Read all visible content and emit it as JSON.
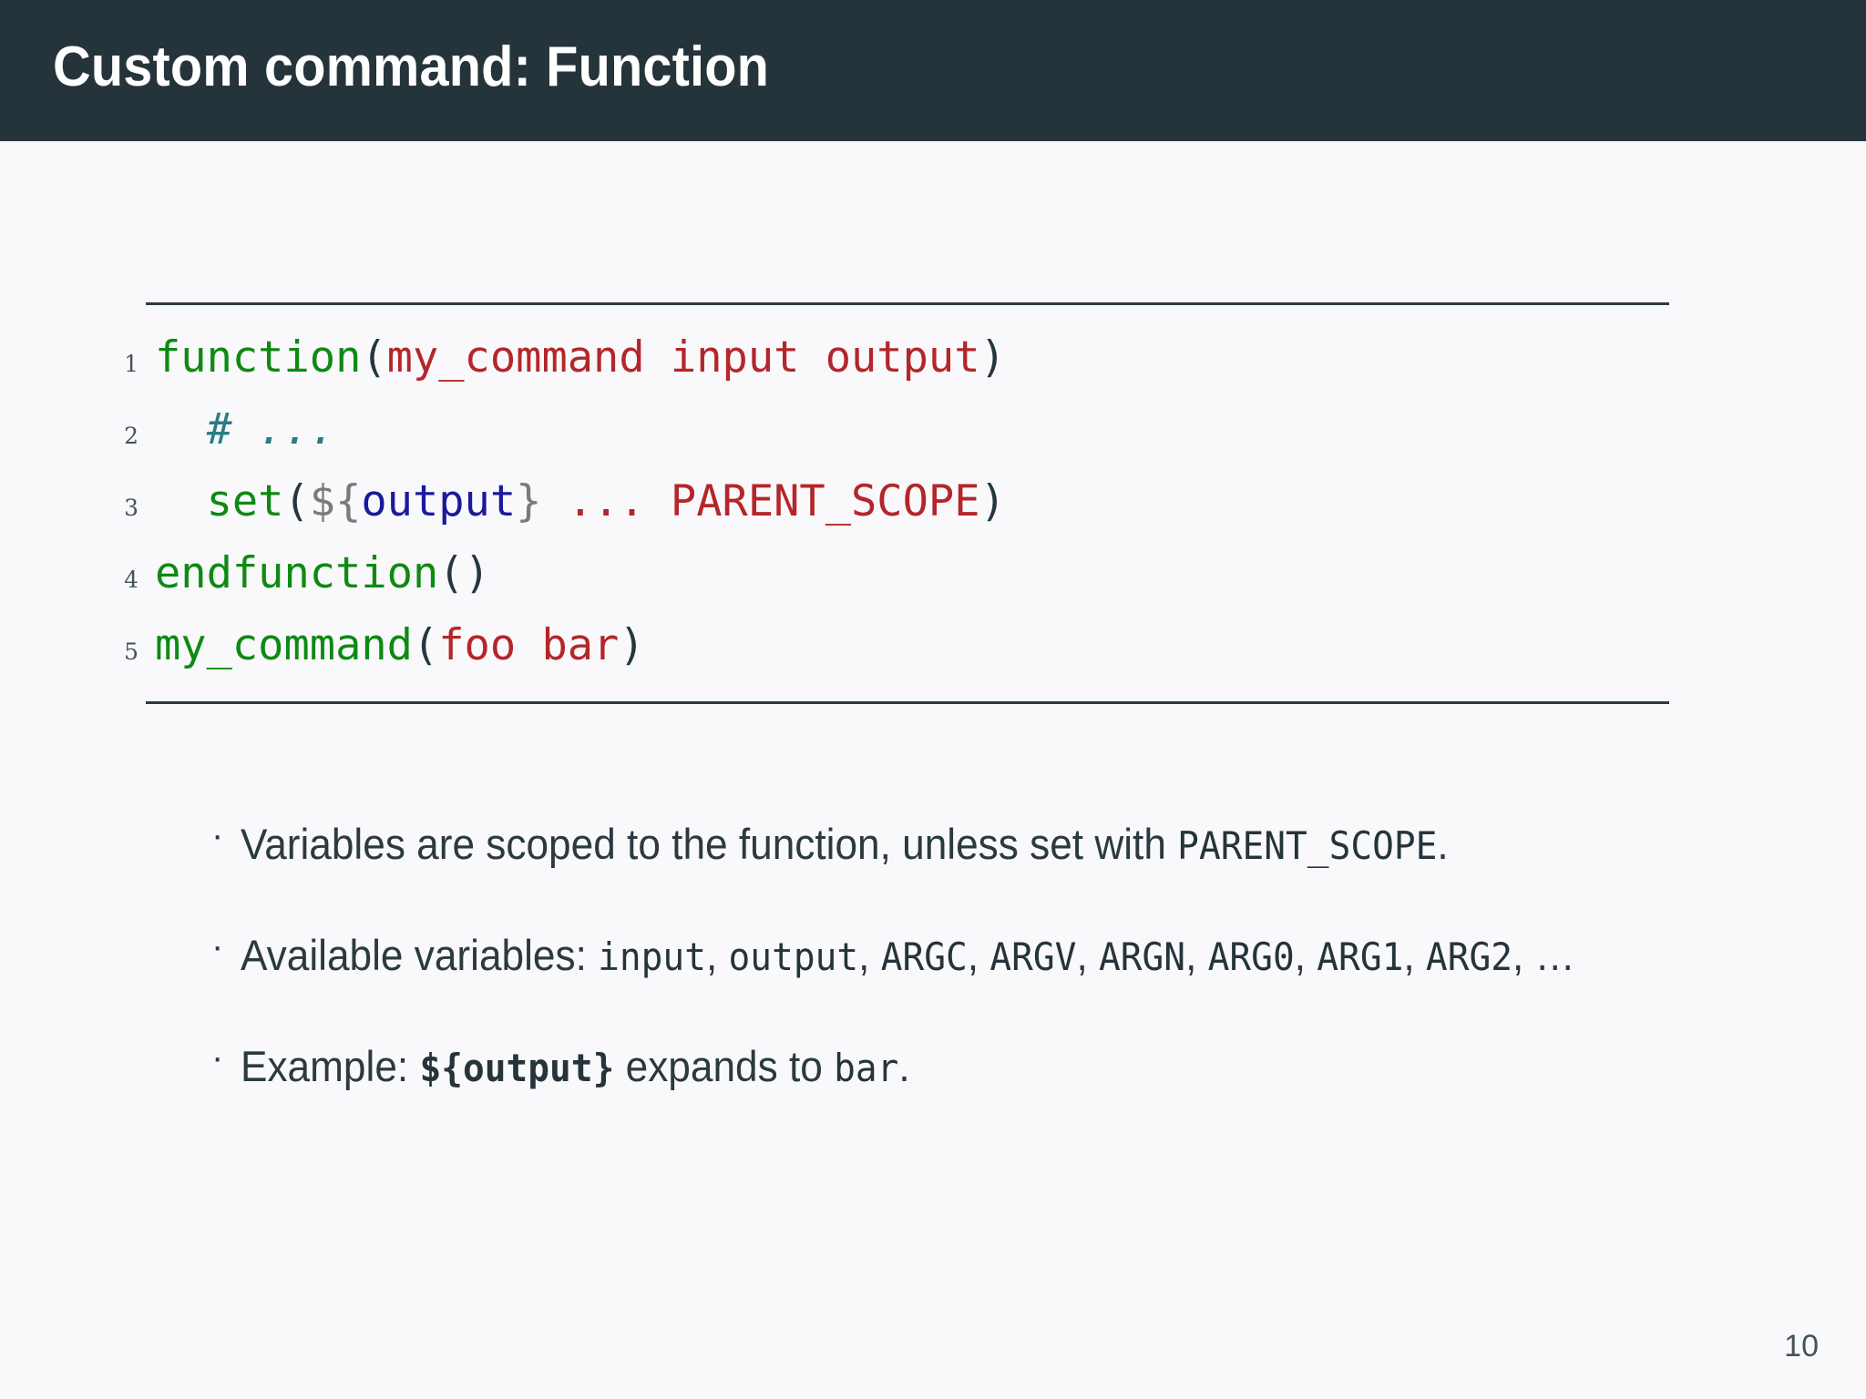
{
  "slide": {
    "title": "Custom command: Function",
    "page_number": "10",
    "title_bar_color": "#25343b",
    "background_color": "#f9f9fb",
    "body_text_color": "#2b3a41"
  },
  "code_block": {
    "language": "cmake",
    "line_numbers": [
      "1",
      "2",
      "3",
      "4",
      "5"
    ],
    "lines": [
      {
        "number": "1",
        "plain": "function(my_command input output)",
        "tokens": [
          {
            "text": "function",
            "kind": "fn",
            "color": "#0e8a13"
          },
          {
            "text": "(",
            "kind": "punct",
            "color": "#23373f"
          },
          {
            "text": "my_command input output",
            "kind": "arg",
            "color": "#b4262a"
          },
          {
            "text": ")",
            "kind": "punct",
            "color": "#23373f"
          }
        ]
      },
      {
        "number": "2",
        "plain": "  # ...",
        "tokens": [
          {
            "text": "  ",
            "kind": "punct",
            "color": "#23373f"
          },
          {
            "text": "# ...",
            "kind": "comment",
            "color": "#2a7d84"
          }
        ]
      },
      {
        "number": "3",
        "plain": "  set(${output} ... PARENT_SCOPE)",
        "tokens": [
          {
            "text": "  ",
            "kind": "punct",
            "color": "#23373f"
          },
          {
            "text": "set",
            "kind": "fn",
            "color": "#0e8a13"
          },
          {
            "text": "(",
            "kind": "punct",
            "color": "#23373f"
          },
          {
            "text": "${",
            "kind": "brace",
            "color": "#7a7a7a"
          },
          {
            "text": "output",
            "kind": "var",
            "color": "#1a1a9c"
          },
          {
            "text": "}",
            "kind": "brace",
            "color": "#7a7a7a"
          },
          {
            "text": " ... PARENT_SCOPE",
            "kind": "arg",
            "color": "#b4262a"
          },
          {
            "text": ")",
            "kind": "punct",
            "color": "#23373f"
          }
        ]
      },
      {
        "number": "4",
        "plain": "endfunction()",
        "tokens": [
          {
            "text": "endfunction",
            "kind": "fn",
            "color": "#0e8a13"
          },
          {
            "text": "()",
            "kind": "punct",
            "color": "#23373f"
          }
        ]
      },
      {
        "number": "5",
        "plain": "my_command(foo bar)",
        "tokens": [
          {
            "text": "my_command",
            "kind": "fn",
            "color": "#0e8a13"
          },
          {
            "text": "(",
            "kind": "punct",
            "color": "#23373f"
          },
          {
            "text": "foo bar",
            "kind": "arg",
            "color": "#b4262a"
          },
          {
            "text": ")",
            "kind": "punct",
            "color": "#23373f"
          }
        ]
      }
    ]
  },
  "bullets": {
    "marker": "·",
    "items": [
      {
        "plain": "Variables are scoped to the function, unless set with PARENT_SCOPE.",
        "parts": [
          {
            "text": "Variables are scoped to the function, unless set with ",
            "style": "normal"
          },
          {
            "text": "PARENT_SCOPE",
            "style": "mono"
          },
          {
            "text": ".",
            "style": "normal"
          }
        ]
      },
      {
        "plain": "Available variables: input, output, ARGC, ARGV, ARGN, ARG0, ARG1, ARG2, …",
        "parts": [
          {
            "text": "Available variables: ",
            "style": "normal"
          },
          {
            "text": "input",
            "style": "mono"
          },
          {
            "text": ", ",
            "style": "normal"
          },
          {
            "text": "output",
            "style": "mono"
          },
          {
            "text": ", ",
            "style": "normal"
          },
          {
            "text": "ARGC",
            "style": "mono"
          },
          {
            "text": ", ",
            "style": "normal"
          },
          {
            "text": "ARGV",
            "style": "mono"
          },
          {
            "text": ", ",
            "style": "normal"
          },
          {
            "text": "ARGN",
            "style": "mono"
          },
          {
            "text": ", ",
            "style": "normal"
          },
          {
            "text": "ARG0",
            "style": "mono"
          },
          {
            "text": ", ",
            "style": "normal"
          },
          {
            "text": "ARG1",
            "style": "mono"
          },
          {
            "text": ", ",
            "style": "normal"
          },
          {
            "text": "ARG2",
            "style": "mono"
          },
          {
            "text": ", …",
            "style": "normal"
          }
        ]
      },
      {
        "plain": "Example: ${output} expands to bar.",
        "parts": [
          {
            "text": "Example: ",
            "style": "normal"
          },
          {
            "text": "${output}",
            "style": "mono-bold"
          },
          {
            "text": " expands to ",
            "style": "normal"
          },
          {
            "text": "bar",
            "style": "mono"
          },
          {
            "text": ".",
            "style": "normal"
          }
        ]
      }
    ]
  }
}
